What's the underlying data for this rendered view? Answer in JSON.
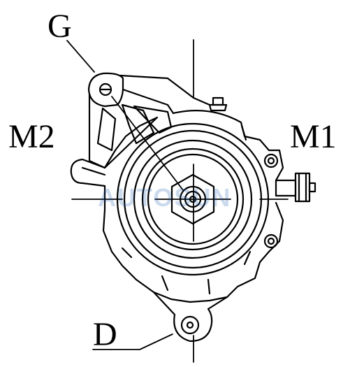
{
  "labels": {
    "g": "G",
    "m2": "M2",
    "m1": "M1",
    "d": "D"
  },
  "watermark": "AUTOSUN",
  "colors": {
    "line": "#000000",
    "background": "#ffffff",
    "watermark": "#1a5bb5"
  }
}
